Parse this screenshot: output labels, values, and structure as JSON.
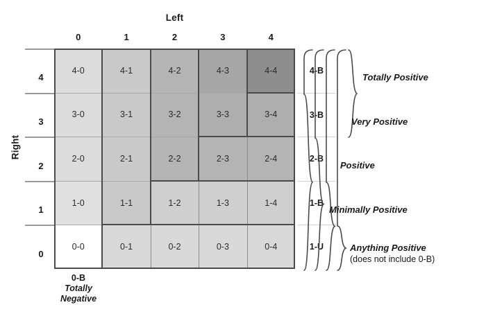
{
  "axes": {
    "x_title": "Left",
    "y_title": "Right",
    "x_ticks": [
      "0",
      "1",
      "2",
      "3",
      "4"
    ],
    "y_ticks": [
      "4",
      "3",
      "2",
      "1",
      "0"
    ]
  },
  "chart_data": {
    "type": "heatmap",
    "title": "",
    "xlabel": "Left",
    "ylabel": "Right",
    "x": [
      "0",
      "1",
      "2",
      "3",
      "4"
    ],
    "y": [
      "4",
      "3",
      "2",
      "1",
      "0"
    ],
    "cell_labels": [
      [
        "4-0",
        "4-1",
        "4-2",
        "4-3",
        "4-4"
      ],
      [
        "3-0",
        "3-1",
        "3-2",
        "3-3",
        "3-4"
      ],
      [
        "2-0",
        "2-1",
        "2-2",
        "2-3",
        "2-4"
      ],
      [
        "1-0",
        "1-1",
        "1-2",
        "1-3",
        "1-4"
      ],
      [
        "0-0",
        "0-1",
        "0-2",
        "0-3",
        "0-4"
      ]
    ],
    "cell_colors": [
      [
        "#dcdcdc",
        "#c9c9c9",
        "#b4b4b4",
        "#a6a6a6",
        "#8e8e8e"
      ],
      [
        "#dcdcdc",
        "#c9c9c9",
        "#b4b4b4",
        "#aeaeae",
        "#aeaeae"
      ],
      [
        "#dcdcdc",
        "#c9c9c9",
        "#b4b4b4",
        "#b4b4b4",
        "#b4b4b4"
      ],
      [
        "#e0e0e0",
        "#c9c9c9",
        "#cfcfcf",
        "#cfcfcf",
        "#cfcfcf"
      ],
      [
        "#ffffff",
        "#d9d9d9",
        "#d9d9d9",
        "#d9d9d9",
        "#d9d9d9"
      ]
    ],
    "grid": true,
    "legend_position": "right"
  },
  "b_column": {
    "codes": [
      "4-B",
      "3-B",
      "2-B",
      "1-B",
      "1-U"
    ]
  },
  "categories": [
    {
      "code": "4-B",
      "label": "Totally Positive",
      "sub": ""
    },
    {
      "code": "3-B",
      "label": "Very Positive",
      "sub": ""
    },
    {
      "code": "2-B",
      "label": "Positive",
      "sub": ""
    },
    {
      "code": "1-B",
      "label": "Minimally Positive",
      "sub": ""
    },
    {
      "code": "1-U",
      "label": "Anything Positive",
      "sub": "(does not include 0-B)"
    }
  ],
  "bottom_note": {
    "code": "0-B",
    "line1": "Totally",
    "line2": "Negative"
  }
}
